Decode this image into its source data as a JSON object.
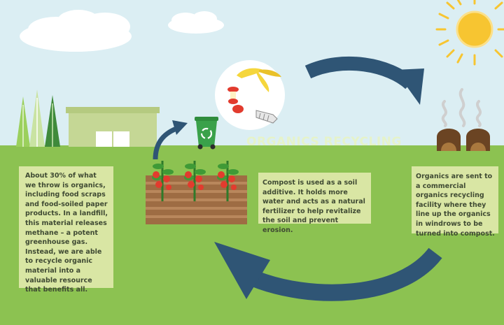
{
  "title": "ORGANICS RECYCLING",
  "cards": {
    "left": "About 30% of what we throw is organics, including food scraps and food-soiled paper products. In a landfill, this material releases methane – a potent greenhouse gas. Instead, we are able to recycle organic material into a valuable resource that benefits all.",
    "middle": "Compost is used as a soil additive. It holds more water and acts as a natural fertilizer to help revitalize the soil and prevent erosion.",
    "right": "Organics are sent to a commercial organics recycling facility  where they line up the organics in windrows to be turned into compost."
  },
  "colors": {
    "sky": "#dbeef3",
    "grass": "#8cc251",
    "card": "#d9e6a4",
    "arrow": "#2f5575",
    "bin": "#3aa14a",
    "compost": "#6b4423",
    "sun": "#f7c531"
  },
  "icons": [
    "cloud-icon",
    "tree-icon",
    "building-icon",
    "recycling-bin-icon",
    "food-scraps-icon",
    "tomato-plant-icon",
    "compost-pile-icon",
    "sun-icon",
    "cycle-arrow-icon"
  ]
}
